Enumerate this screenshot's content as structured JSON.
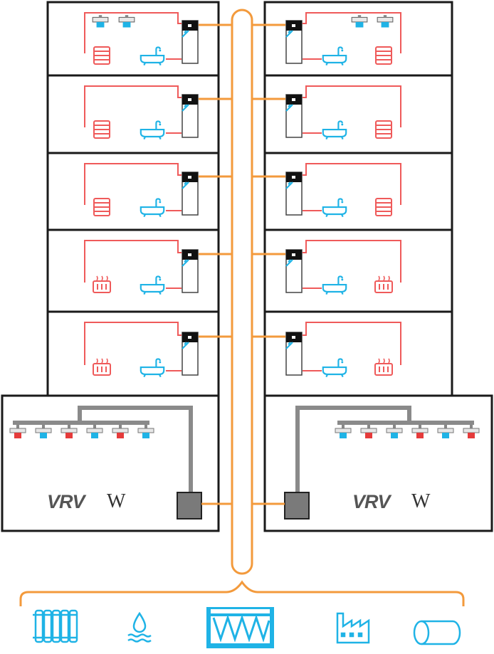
{
  "colors": {
    "outline": "#1a1a1a",
    "heating_pipe": "#ef5a5a",
    "water_blue": "#1fb3e6",
    "riser": "#f39a3c",
    "duct_gray": "#8a8a8a",
    "unit_fill": "#7a7a7a",
    "cooling_red": "#e53b3b"
  },
  "basement": {
    "left_label": {
      "brand": "VRV",
      "suffix": "W"
    },
    "right_label": {
      "brand": "VRV",
      "suffix": "W"
    },
    "left_indoor_units": [
      "red",
      "blue",
      "red",
      "blue",
      "red",
      "blue"
    ],
    "right_indoor_units": [
      "blue",
      "red",
      "blue",
      "red",
      "blue",
      "red"
    ]
  },
  "floors": [
    {
      "emitter": "radiator",
      "ceiling_units": true
    },
    {
      "emitter": "radiator",
      "ceiling_units": false
    },
    {
      "emitter": "radiator",
      "ceiling_units": false
    },
    {
      "emitter": "fan-coil",
      "ceiling_units": false
    },
    {
      "emitter": "fan-coil",
      "ceiling_units": false
    }
  ],
  "heat_sources": [
    {
      "icon": "radiator-source-icon"
    },
    {
      "icon": "water-source-icon"
    },
    {
      "icon": "cooling-tower-icon"
    },
    {
      "icon": "industry-icon"
    },
    {
      "icon": "tank-icon"
    }
  ]
}
